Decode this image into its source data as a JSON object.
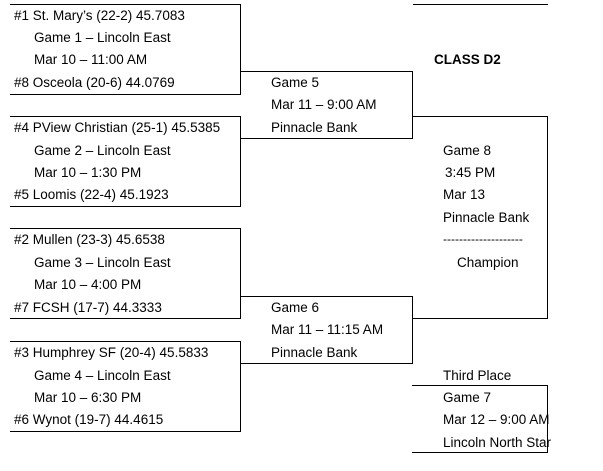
{
  "bracket": {
    "class_title": "CLASS D2",
    "first_round": [
      {
        "top_team": "#1 St. Mary’s (22-2) 45.7083",
        "game": "Game 1 – Lincoln East",
        "time": "Mar 10 – 11:00 AM",
        "bottom_team": "#8 Osceola (20-6) 44.0769"
      },
      {
        "top_team": "#4 PView Christian (25-1) 45.5385",
        "game": "Game 2 – Lincoln East",
        "time": "Mar 10 – 1:30 PM",
        "bottom_team": "#5 Loomis (22-4) 45.1923"
      },
      {
        "top_team": "#2 Mullen (23-3) 45.6538",
        "game": "Game 3 – Lincoln East",
        "time": "Mar 10 – 4:00 PM",
        "bottom_team": "#7 FCSH (17-7) 44.3333"
      },
      {
        "top_team": "#3 Humphrey SF (20-4) 45.5833",
        "game": "Game 4 – Lincoln East",
        "time": "Mar 10 – 6:30 PM",
        "bottom_team": "#6 Wynot (19-7) 44.4615"
      }
    ],
    "semifinals": [
      {
        "game": "Game 5",
        "time": "Mar 11 – 9:00 AM",
        "site": "Pinnacle Bank"
      },
      {
        "game": "Game 6",
        "time": "Mar 11 – 11:15 AM",
        "site": "Pinnacle Bank"
      }
    ],
    "final": {
      "game": "Game 8",
      "time": "3:45 PM",
      "date": "Mar 13",
      "site": "Pinnacle Bank",
      "divider": "--------------------",
      "label": "Champion"
    },
    "third_place": {
      "label": "Third Place",
      "game": "Game 7",
      "time": "Mar 12 – 9:00 AM",
      "site": "Lincoln North Star"
    }
  }
}
